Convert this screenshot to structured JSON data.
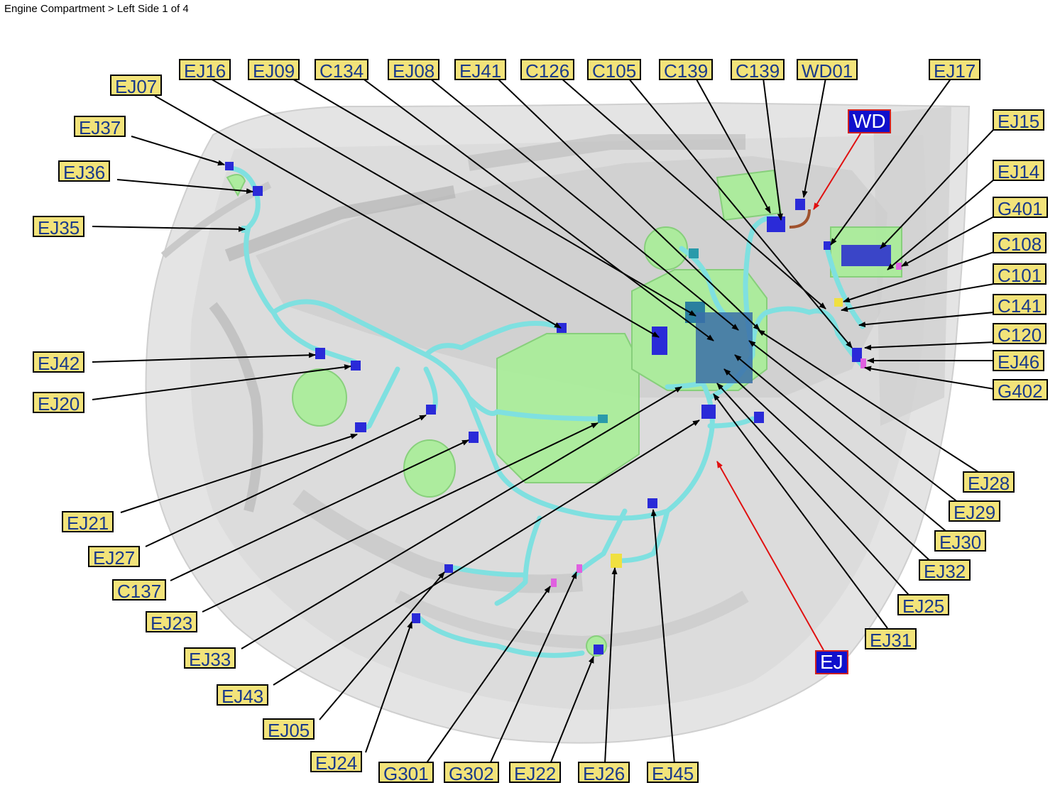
{
  "header": {
    "breadcrumb": "Engine Compartment > Left Side  1 of 4"
  },
  "groups": [
    {
      "id": "WD",
      "text": "WD"
    },
    {
      "id": "EJ",
      "text": "EJ"
    }
  ],
  "connectors": [
    {
      "id": "EJ16",
      "text": "EJ16"
    },
    {
      "id": "EJ09",
      "text": "EJ09"
    },
    {
      "id": "C134",
      "text": "C134"
    },
    {
      "id": "EJ08",
      "text": "EJ08"
    },
    {
      "id": "EJ41",
      "text": "EJ41"
    },
    {
      "id": "C126",
      "text": "C126"
    },
    {
      "id": "C105",
      "text": "C105"
    },
    {
      "id": "C139a",
      "text": "C139"
    },
    {
      "id": "C139b",
      "text": "C139"
    },
    {
      "id": "WD01",
      "text": "WD01"
    },
    {
      "id": "EJ17",
      "text": "EJ17"
    },
    {
      "id": "EJ07",
      "text": "EJ07"
    },
    {
      "id": "EJ37",
      "text": "EJ37"
    },
    {
      "id": "EJ36",
      "text": "EJ36"
    },
    {
      "id": "EJ35",
      "text": "EJ35"
    },
    {
      "id": "EJ15",
      "text": "EJ15"
    },
    {
      "id": "EJ14",
      "text": "EJ14"
    },
    {
      "id": "G401",
      "text": "G401"
    },
    {
      "id": "C108",
      "text": "C108"
    },
    {
      "id": "C101",
      "text": "C101"
    },
    {
      "id": "C141",
      "text": "C141"
    },
    {
      "id": "C120",
      "text": "C120"
    },
    {
      "id": "EJ46",
      "text": "EJ46"
    },
    {
      "id": "G402",
      "text": "G402"
    },
    {
      "id": "EJ42",
      "text": "EJ42"
    },
    {
      "id": "EJ20",
      "text": "EJ20"
    },
    {
      "id": "EJ28",
      "text": "EJ28"
    },
    {
      "id": "EJ29",
      "text": "EJ29"
    },
    {
      "id": "EJ30",
      "text": "EJ30"
    },
    {
      "id": "EJ32",
      "text": "EJ32"
    },
    {
      "id": "EJ25",
      "text": "EJ25"
    },
    {
      "id": "EJ31",
      "text": "EJ31"
    },
    {
      "id": "EJ21",
      "text": "EJ21"
    },
    {
      "id": "EJ27",
      "text": "EJ27"
    },
    {
      "id": "C137",
      "text": "C137"
    },
    {
      "id": "EJ23",
      "text": "EJ23"
    },
    {
      "id": "EJ33",
      "text": "EJ33"
    },
    {
      "id": "EJ43",
      "text": "EJ43"
    },
    {
      "id": "EJ05",
      "text": "EJ05"
    },
    {
      "id": "EJ24",
      "text": "EJ24"
    },
    {
      "id": "G301",
      "text": "G301"
    },
    {
      "id": "G302",
      "text": "G302"
    },
    {
      "id": "EJ22",
      "text": "EJ22"
    },
    {
      "id": "EJ26",
      "text": "EJ26"
    },
    {
      "id": "EJ45",
      "text": "EJ45"
    }
  ],
  "colors": {
    "label_fill": "#f2e37a",
    "label_text": "#1a3a8a",
    "group_fill": "#1010cc",
    "group_border": "#d02020",
    "harness": "#7fe0e0",
    "component_green": "#a8ee98",
    "connector_blue": "#2a2ad8",
    "ground_magenta": "#e060e0",
    "leader": "#000000",
    "group_leader": "#e01010"
  }
}
